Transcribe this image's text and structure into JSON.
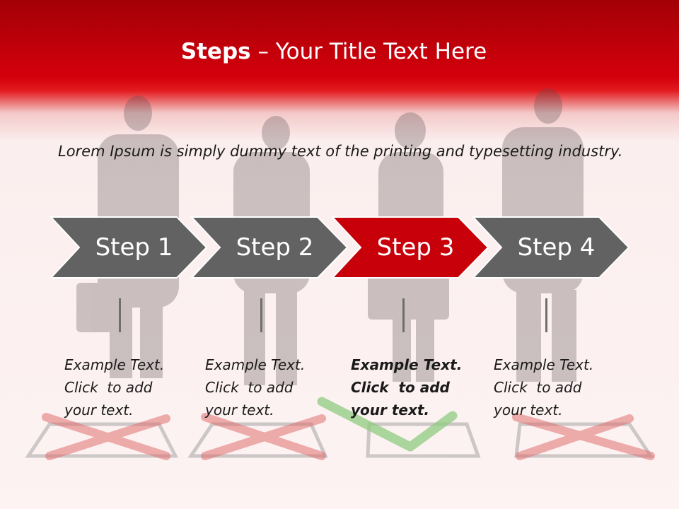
{
  "slide": {
    "title_bold": "Steps",
    "title_rest": " – Your Title Text Here",
    "intro": "Lorem Ipsum is simply dummy text of the printing and typesetting industry."
  },
  "steps": [
    {
      "label": "Step 1",
      "lines": [
        "Example Text.",
        "Click  to add",
        "your text."
      ],
      "active": false
    },
    {
      "label": "Step 2",
      "lines": [
        "Example Text.",
        "Click  to add",
        "your text."
      ],
      "active": false
    },
    {
      "label": "Step 3",
      "lines": [
        "Example Text.",
        "Click  to add",
        "your text."
      ],
      "active": true
    },
    {
      "label": "Step 4",
      "lines": [
        "Example Text.",
        "Click  to add",
        "your text."
      ],
      "active": false
    }
  ],
  "colors": {
    "chevron": "#626262",
    "chevron_active": "#c8000a",
    "header": "#d4000c",
    "cross": "#e29a9a",
    "check": "#9bd08f"
  }
}
